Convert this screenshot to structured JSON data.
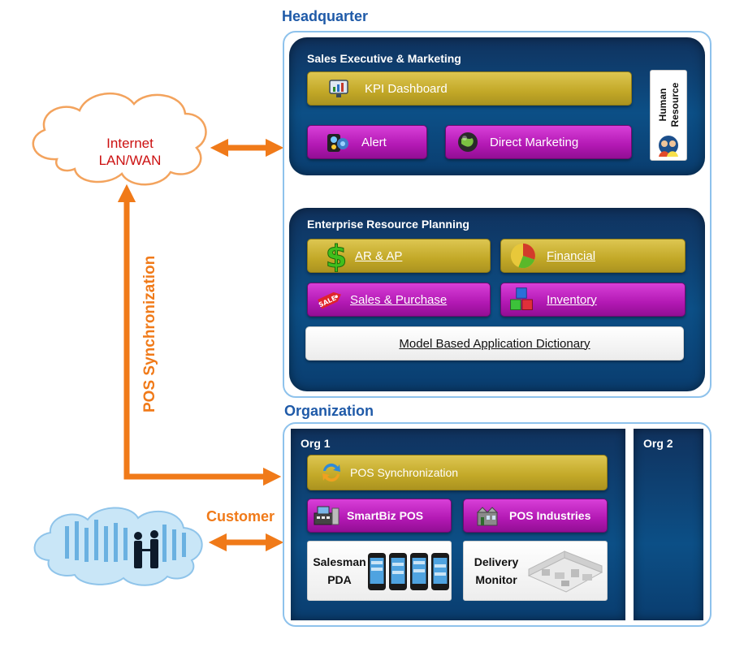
{
  "headquarter": {
    "title": "Headquarter",
    "sales_panel": {
      "title": "Sales Executive & Marketing",
      "kpi_dashboard": "KPI Dashboard",
      "alert": "Alert",
      "direct_marketing": "Direct Marketing",
      "human_resource_line1": "Human",
      "human_resource_line2": "Resource"
    },
    "erp_panel": {
      "title": "Enterprise Resource Planning",
      "ar_ap": "AR & AP",
      "financial": "Financial",
      "sales_purchase": "Sales & Purchase",
      "inventory": "Inventory",
      "dictionary": "Model Based Application Dictionary"
    }
  },
  "organization": {
    "title": "Organization",
    "org1": {
      "title": "Org 1",
      "pos_sync": "POS Synchronization",
      "smartbiz_pos": "SmartBiz POS",
      "pos_industries": "POS Industries",
      "salesman_line1": "Salesman",
      "salesman_line2": "PDA",
      "delivery_line1": "Delivery",
      "delivery_line2": "Monitor"
    },
    "org2": {
      "title": "Org 2"
    }
  },
  "network": {
    "internet_line1": "Internet",
    "internet_line2": "LAN/WAN",
    "pos_sync_vertical": "POS Synchronization",
    "customer": "Customer"
  },
  "colors": {
    "orange_arrow": "#f07a19",
    "navy_panel": "#0c4f86",
    "gold_button": "#c2a827",
    "magenta_button": "#b218b3",
    "title_blue": "#1f5aa8",
    "cloud_text": "#cc1111"
  },
  "icons": {
    "kpi": "chart-monitor-icon",
    "alert": "alarm-icon",
    "direct_marketing": "globe-icon",
    "human_resource": "people-icon",
    "ar_ap": "dollar-icon",
    "financial": "pie-chart-icon",
    "sales_purchase": "sale-tag-icon",
    "inventory": "boxes-icon",
    "pos_sync": "sync-arrows-icon",
    "smartbiz_pos": "cash-register-icon",
    "pos_industries": "factory-icon",
    "salesman": "smartphones-icon",
    "delivery": "warehouse-icon"
  }
}
